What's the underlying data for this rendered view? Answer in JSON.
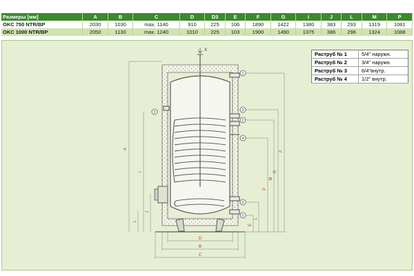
{
  "dims_table": {
    "headers": [
      "Размеры [мм]",
      "A",
      "B",
      "C",
      "D",
      "D3",
      "E",
      "F",
      "G",
      "I",
      "J",
      "L",
      "M",
      "P"
    ],
    "rows": [
      [
        "OKC 750 NTR/BP",
        "2030",
        "1030",
        "max. 1140",
        "910",
        "225",
        "106",
        "1890",
        "1422",
        "1380",
        "383",
        "293",
        "1319",
        "1081"
      ],
      [
        "OKC 1000 NTR/BP",
        "2050",
        "1130",
        "max. 1240",
        "1010",
        "225",
        "103",
        "1900",
        "1490",
        "1375",
        "386",
        "296",
        "1324",
        "1088"
      ]
    ]
  },
  "ports_table": [
    {
      "name": "Раструб № 1",
      "value": "5/4\" наружн."
    },
    {
      "name": "Раструб № 2",
      "value": "3/4\" наружн."
    },
    {
      "name": "Раструб № 3",
      "value": "6/4\"внутр."
    },
    {
      "name": "Раструб № 4",
      "value": "1/2\" внутр."
    }
  ],
  "diagram_labels": {
    "x": "X",
    "a": "A",
    "b": "B",
    "c": "C",
    "d": "D",
    "e": "E",
    "f": "F",
    "g": "G",
    "i": "I",
    "j": "J",
    "l": "L",
    "m": "M",
    "p": "P",
    "callout_1": "1",
    "callout_2": "2",
    "callout_3": "3",
    "callout_4": "4"
  },
  "colors": {
    "header_green": "#3b8a2c",
    "row_green": "#cfe3b0",
    "drawing_bg": "#e6efd3",
    "line": "#5a5a5a",
    "dimension_line": "#7a7a7a",
    "dim_text": "#c0392b"
  }
}
